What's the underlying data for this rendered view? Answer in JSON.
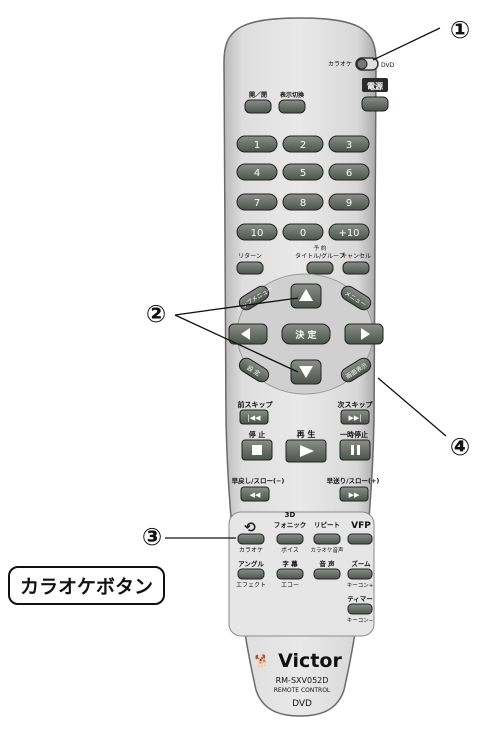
{
  "callouts": [
    "①",
    "②",
    "③",
    "④"
  ],
  "caption": "カラオケボタン",
  "switch": {
    "left": "カラオケ",
    "right": "DVD"
  },
  "top": {
    "open_close": "開／閉",
    "display": "表示切換",
    "power": "電源"
  },
  "numpad": [
    "1",
    "2",
    "3",
    "4",
    "5",
    "6",
    "7",
    "8",
    "9",
    "10",
    "0",
    "+10"
  ],
  "row_labels": {
    "return": "リターン",
    "reserve": "予 約",
    "title_group": "タイトル/グループ",
    "cancel": "キャンセル"
  },
  "nav": {
    "top_menu": "トップメニュー",
    "menu": "メニュー",
    "enter": "決 定",
    "settings": "設 定",
    "screen": "画面表示"
  },
  "transport": {
    "prev_skip": "前スキップ",
    "next_skip": "次スキップ",
    "stop": "停 止",
    "play": "再 生",
    "pause": "一時停止",
    "rew": "早戻し/スロー(−)",
    "ff": "早送り/スロー(+)"
  },
  "karaoke": {
    "karaoke_sub": "カラオケ",
    "fonic_3d": "3D",
    "fonic": "フォニック",
    "voice": "ボイス",
    "repeat": "リピート",
    "karaoke_voice": "カラオケ音声",
    "vfp": "VFP",
    "angle": "アングル",
    "effect": "エフェクト",
    "subtitle": "字 幕",
    "echo": "エコー",
    "audio": "音 声",
    "zoom": "ズーム",
    "key_up": "キーコン+",
    "timer": "ティマー",
    "key_down": "キーコン−"
  },
  "brand": {
    "logo": "Victor",
    "model": "RM-SXV052D",
    "subtitle": "REMOTE CONTROL",
    "type": "DVD"
  }
}
